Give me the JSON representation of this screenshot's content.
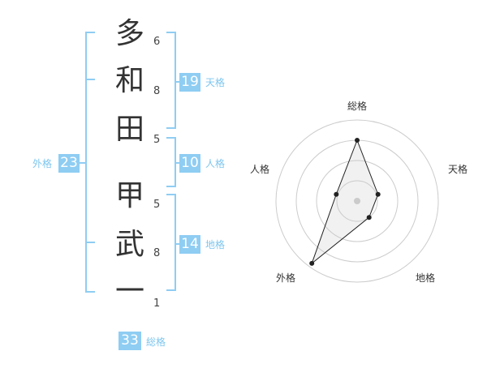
{
  "name": {
    "characters": [
      "多",
      "和",
      "田",
      "甲",
      "武",
      "一"
    ],
    "strokes": [
      "6",
      "8",
      "5",
      "5",
      "8",
      "1"
    ]
  },
  "fortunes": {
    "tenkaku": {
      "value": "19",
      "label": "天格"
    },
    "jinkaku": {
      "value": "10",
      "label": "人格"
    },
    "chikaku": {
      "value": "14",
      "label": "地格"
    },
    "gaikaku": {
      "value": "23",
      "label": "外格"
    },
    "soukaku": {
      "value": "33",
      "label": "総格"
    }
  },
  "radar": {
    "axes": [
      "総格",
      "天格",
      "地格",
      "外格",
      "人格"
    ],
    "values": [
      0.75,
      0.27,
      0.25,
      0.95,
      0.27
    ],
    "ring_count": 4,
    "line_color": "#222222",
    "ring_color": "#cccccc",
    "bracket_color": "#8fcdf3"
  }
}
